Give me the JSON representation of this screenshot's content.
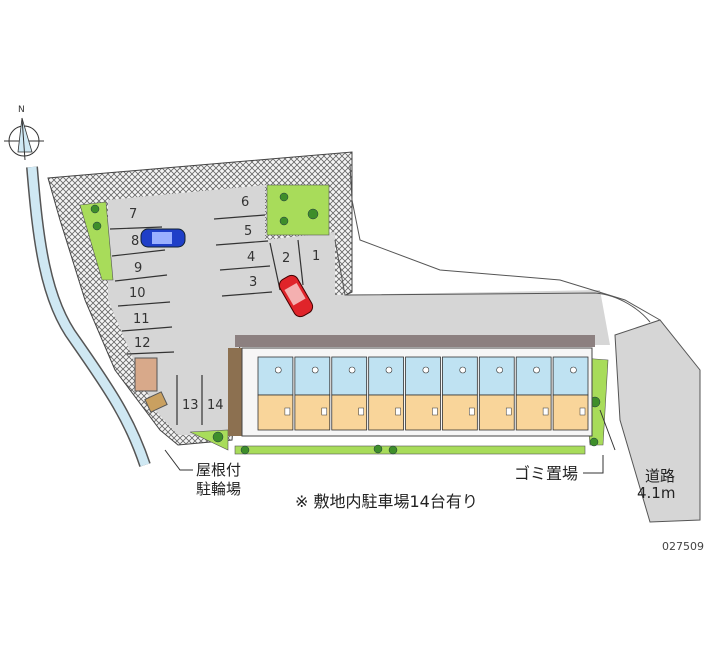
{
  "compass": {
    "north_label": "N"
  },
  "parking": {
    "spaces": [
      "1",
      "2",
      "3",
      "4",
      "5",
      "6",
      "7",
      "8",
      "9",
      "10",
      "11",
      "12",
      "13",
      "14"
    ]
  },
  "labels": {
    "bicycle_parking_line1": "屋根付",
    "bicycle_parking_line2": "駐輪場",
    "garbage": "ゴミ置場",
    "road_line1": "道路",
    "road_line2": "4.1m",
    "note": "※ 敷地内駐車場14台有り",
    "code": "027509"
  },
  "building": {
    "unit_count": 9
  },
  "colors": {
    "parking": "#d6d6d6",
    "green": "#a8dc5a",
    "tree": "#3e8e2a",
    "unit_upper": "#bfe2f2",
    "unit_lower": "#f9d59a",
    "river": "#cfe8f3",
    "car_blue": "#1f3fc8",
    "car_red": "#e0242a"
  }
}
